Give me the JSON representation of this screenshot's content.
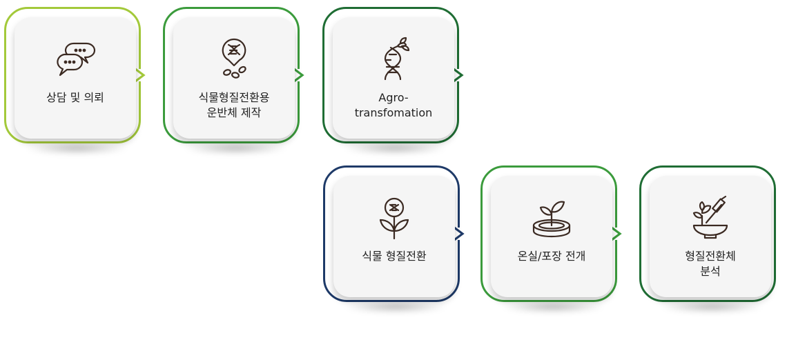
{
  "steps": [
    {
      "label": "상담 및 의뢰",
      "icon": "chat-bubbles-icon",
      "color": "#a3c93a"
    },
    {
      "label": "식물형질전환용\n운반체 제작",
      "icon": "dna-seeds-icon",
      "color": "#3b9b3c"
    },
    {
      "label": "Agro-\ntransfomation",
      "icon": "dna-sprout-icon",
      "color": "#1f6d34"
    },
    {
      "label": "식물 형질전환",
      "icon": "plant-dna-icon",
      "color": "#1e3a68"
    },
    {
      "label": "온실/포장 전개",
      "icon": "petri-dish-sprout-icon",
      "color": "#3b9b3c"
    },
    {
      "label": "형질전환체\n분석",
      "icon": "microscope-plant-icon",
      "color": "#1f6d34"
    }
  ]
}
